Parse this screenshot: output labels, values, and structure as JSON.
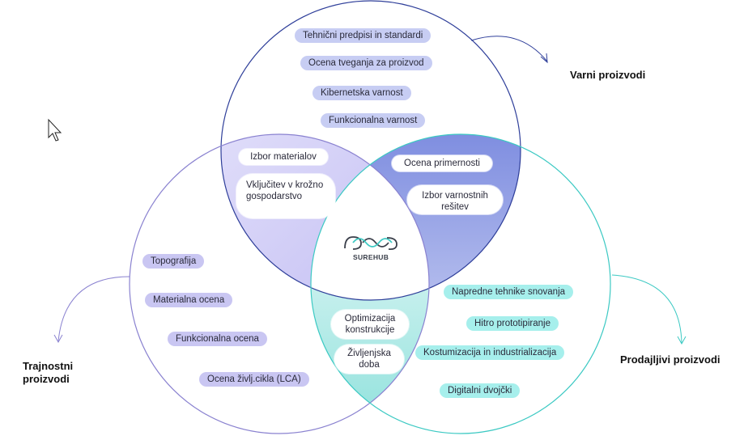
{
  "labels": {
    "safe": "Varni proizvodi",
    "sustainable": "Trajnostni proizvodi",
    "marketable": "Prodajljivi proizvodi"
  },
  "logo": {
    "text": "SUREHUB"
  },
  "top_items": [
    "Tehnični predpisi in standardi",
    "Ocena tveganja za proizvod",
    "Kibernetska varnost",
    "Funkcionalna varnost"
  ],
  "left_items": [
    "Topografija",
    "Materialna ocena",
    "Funkcionalna ocena",
    "Ocena življ.cikla (LCA)"
  ],
  "right_items": [
    "Napredne tehnike snovanja",
    "Hitro prototipiranje",
    "Kostumizacija in industrializacija",
    "Digitalni dvojčki"
  ],
  "top_left_overlap": {
    "a": "Izbor materialov",
    "b": "Vključitev v krožno gospodarstvo"
  },
  "top_right_overlap": {
    "a": "Ocena primernosti",
    "b": "Izbor varnostnih rešitev"
  },
  "bottom_overlap": {
    "a": "Optimizacija konstrukcije",
    "b": "Življenjska doba"
  },
  "colors": {
    "top_circle": "#2f3f9a",
    "left_circle": "#8a82d0",
    "right_circle": "#3cc9c3"
  }
}
